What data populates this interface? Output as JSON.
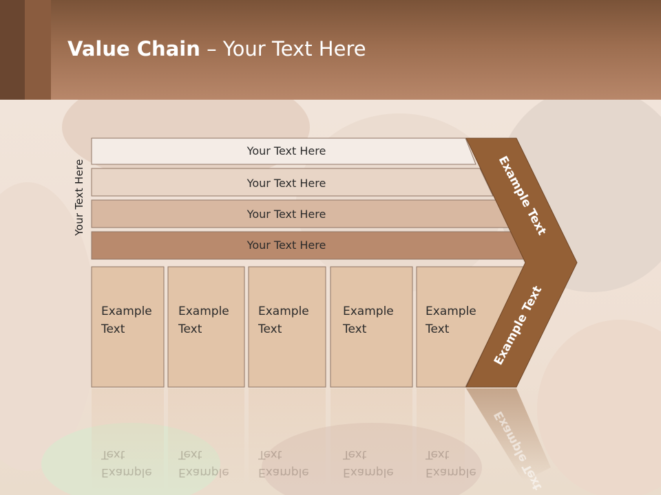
{
  "title": {
    "bold": "Value Chain",
    "rest": " – Your Text Here"
  },
  "side_label": "Your Text Here",
  "bars": [
    {
      "label": "Your Text Here",
      "fill": "#f4ece6"
    },
    {
      "label": "Your Text Here",
      "fill": "#e8d5c6"
    },
    {
      "label": "Your Text Here",
      "fill": "#d8b8a1"
    },
    {
      "label": "Your Text Here",
      "fill": "#b98a6d"
    }
  ],
  "boxes": [
    {
      "line1": "Example",
      "line2": "Text"
    },
    {
      "line1": "Example",
      "line2": "Text"
    },
    {
      "line1": "Example",
      "line2": "Text"
    },
    {
      "line1": "Example",
      "line2": "Text"
    },
    {
      "line1": "Example",
      "line2": "Text"
    }
  ],
  "chevron_top_label": "Example Text",
  "chevron_bottom_label": "Example Text",
  "colors": {
    "header_dark": "#6a4630",
    "chevron": "#946036",
    "box_fill": "#e2c4a8"
  }
}
